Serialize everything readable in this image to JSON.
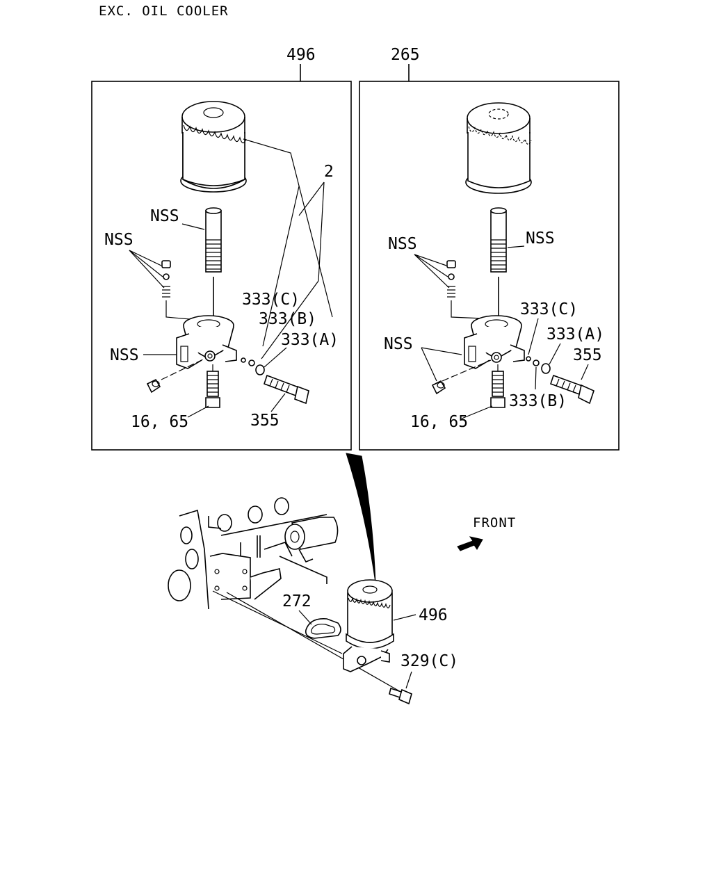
{
  "title": "EXC. OIL COOLER",
  "left_panel": {
    "assembly_ref": "496",
    "labels": {
      "filter": "2",
      "nss_valve": "NSS",
      "nss_spring": "NSS",
      "nss_plug": "NSS",
      "oring_c": "333(C)",
      "oring_b": "333(B)",
      "oring_a": "333(A)",
      "bolt": "355",
      "relief": "16, 65"
    }
  },
  "right_panel": {
    "assembly_ref": "265",
    "labels": {
      "nss_valve": "NSS",
      "nss_spring": "NSS",
      "nss_plug": "NSS",
      "oring_c": "333(C)",
      "oring_a": "333(A)",
      "oring_b": "333(B)",
      "bolt": "355",
      "relief": "16, 65"
    }
  },
  "engine_view": {
    "front_label": "FRONT",
    "gasket": "272",
    "filter_assembly": "496",
    "bolt": "329(C)"
  }
}
